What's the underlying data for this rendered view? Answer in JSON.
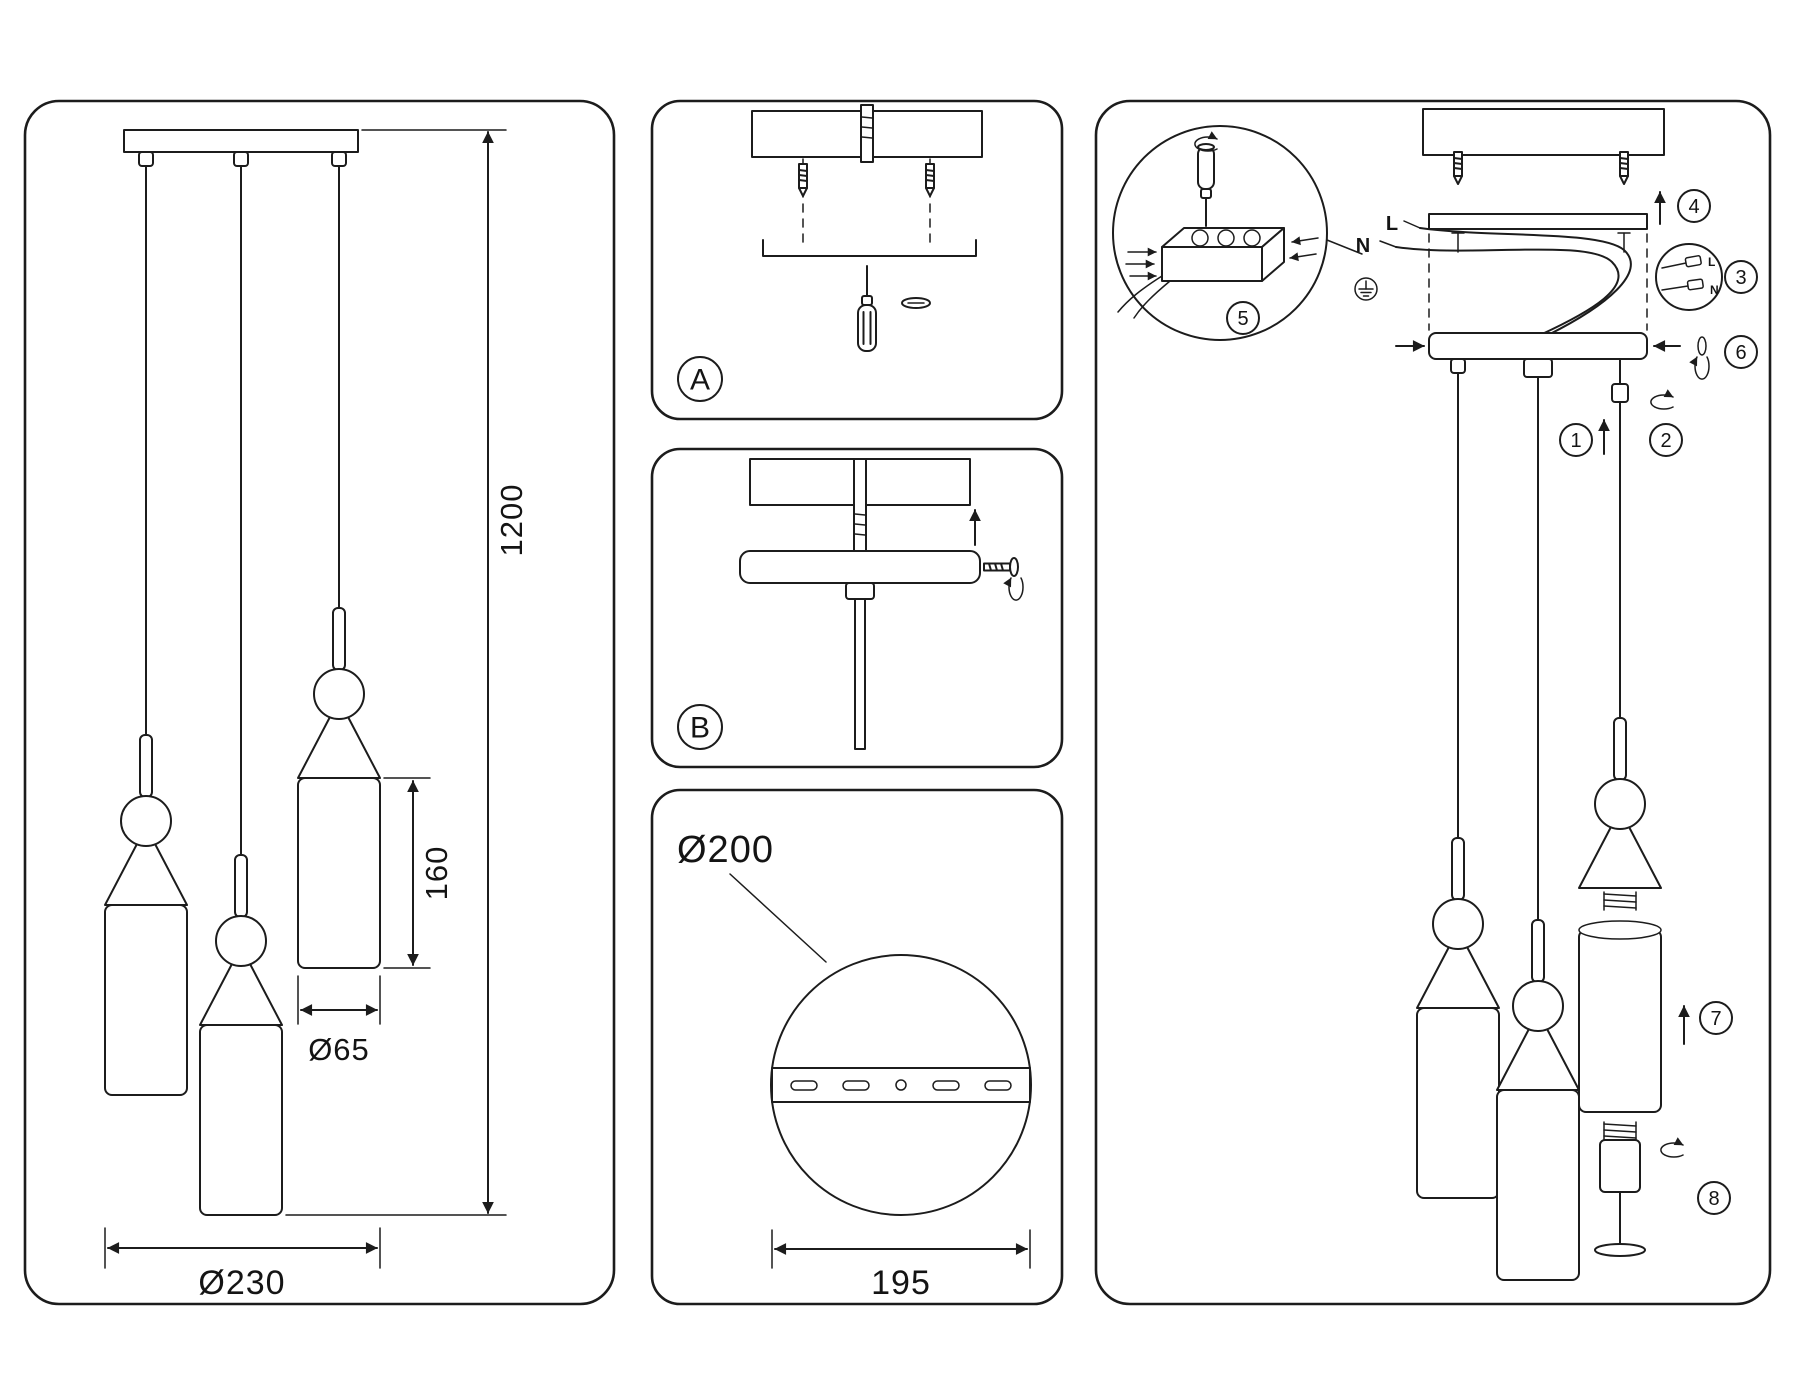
{
  "colors": {
    "background": "#ffffff",
    "line": "#1c1c1c"
  },
  "overview": {
    "dim_total_height": "1200",
    "dim_shade_height": "160",
    "dim_shade_diameter": "Ø65",
    "dim_fixture_diameter": "Ø230"
  },
  "mounting_step_a": {
    "label": "A"
  },
  "mounting_step_b": {
    "label": "B"
  },
  "plate_detail": {
    "dim_plate_diameter": "Ø200",
    "dim_plate_length": "195"
  },
  "assembly": {
    "wire_neutral": "N",
    "wire_live": "L",
    "connector_live": "L",
    "connector_neutral": "N",
    "steps": {
      "s1": "1",
      "s2": "2",
      "s3": "3",
      "s4": "4",
      "s5": "5",
      "s6": "6",
      "s7": "7",
      "s8": "8"
    }
  }
}
